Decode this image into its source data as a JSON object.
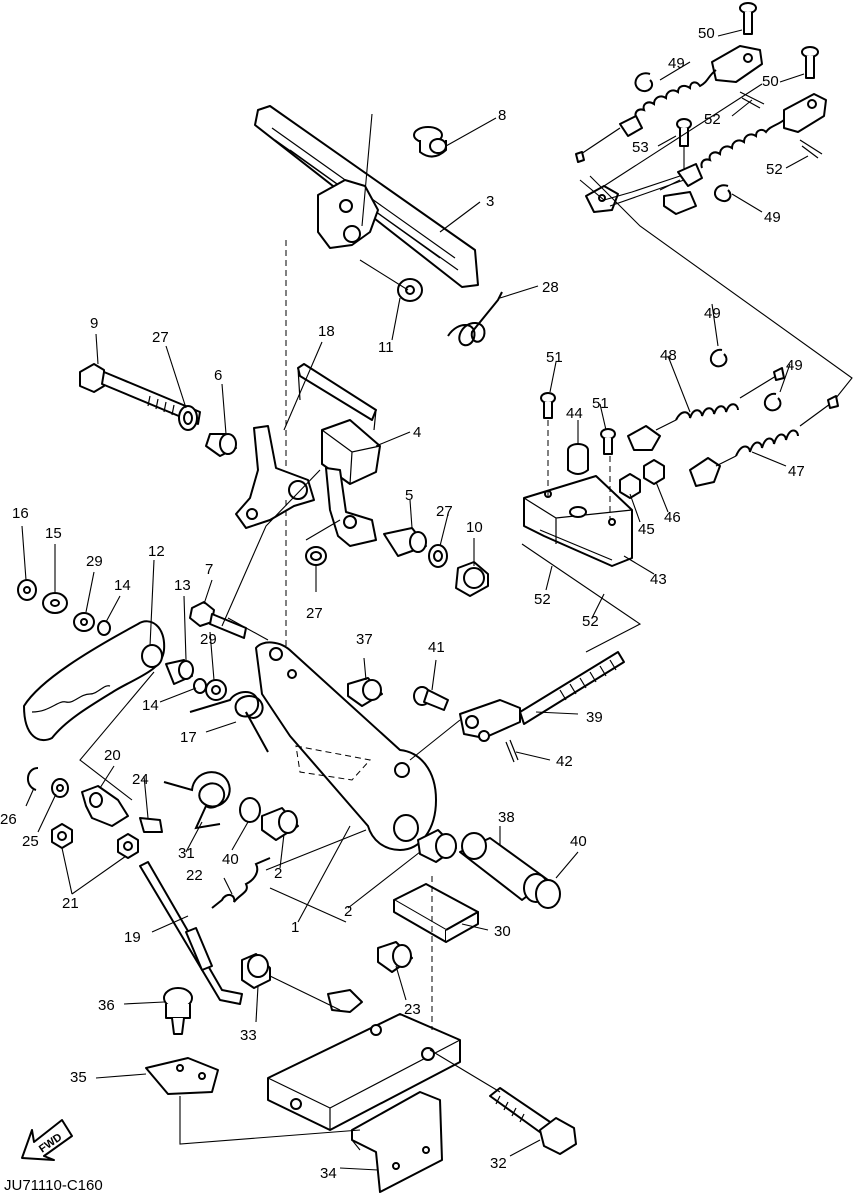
{
  "diagram": {
    "drawing_code": "JU71110-C160",
    "fwd_label": "FWD",
    "callouts": {
      "c1": "1",
      "c2a": "2",
      "c2b": "2",
      "c3": "3",
      "c4": "4",
      "c5": "5",
      "c6": "6",
      "c7": "7",
      "c8": "8",
      "c9": "9",
      "c10": "10",
      "c11": "11",
      "c12": "12",
      "c13": "13",
      "c14a": "14",
      "c14b": "14",
      "c15": "15",
      "c16": "16",
      "c17": "17",
      "c18": "18",
      "c19": "19",
      "c20": "20",
      "c21": "21",
      "c22": "22",
      "c23": "23",
      "c24": "24",
      "c25": "25",
      "c26": "26",
      "c27a": "27",
      "c27b": "27",
      "c27c": "27",
      "c28": "28",
      "c29a": "29",
      "c29b": "29",
      "c30": "30",
      "c31": "31",
      "c32": "32",
      "c33": "33",
      "c34": "34",
      "c35": "35",
      "c36": "36",
      "c37": "37",
      "c38": "38",
      "c39": "39",
      "c40a": "40",
      "c40b": "40",
      "c41": "41",
      "c42": "42",
      "c43": "43",
      "c44": "44",
      "c45": "45",
      "c46": "46",
      "c47": "47",
      "c48": "48",
      "c49a": "49",
      "c49b": "49",
      "c49c": "49",
      "c49d": "49",
      "c50a": "50",
      "c50b": "50",
      "c51a": "51",
      "c51b": "51",
      "c52a": "52",
      "c52b": "52",
      "c52c": "52",
      "c52d": "52",
      "c53": "53"
    }
  }
}
